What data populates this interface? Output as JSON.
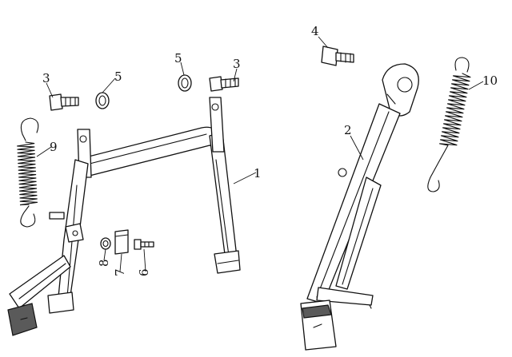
{
  "callouts": [
    {
      "id": "c1",
      "text": "1"
    },
    {
      "id": "c2",
      "text": "2"
    },
    {
      "id": "c3a",
      "text": "3"
    },
    {
      "id": "c3b",
      "text": "3"
    },
    {
      "id": "c4",
      "text": "4"
    },
    {
      "id": "c5a",
      "text": "5"
    },
    {
      "id": "c5b",
      "text": "5"
    },
    {
      "id": "c6",
      "text": "6"
    },
    {
      "id": "c7",
      "text": "7"
    },
    {
      "id": "c8",
      "text": "8"
    },
    {
      "id": "c9",
      "text": "9"
    },
    {
      "id": "c10",
      "text": "10"
    }
  ],
  "colors": {
    "line": "#111111",
    "background": "#ffffff",
    "pad": "#5a5a5a"
  }
}
